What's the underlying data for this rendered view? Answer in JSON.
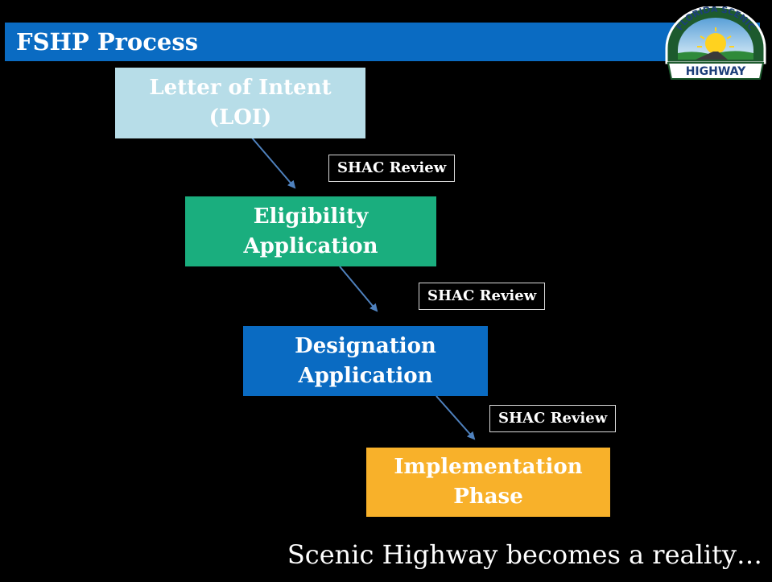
{
  "title": "FSHP Process",
  "logo": {
    "arc_text": "FLORIDA SCENIC",
    "banner_text": "HIGHWAY"
  },
  "steps": [
    {
      "lines": [
        "Letter of Intent",
        "(LOI)"
      ],
      "color": "#b7dde8",
      "text_color": "#ffffff"
    },
    {
      "lines": [
        "Eligibility",
        "Application"
      ],
      "color": "#1aae7e",
      "text_color": "#ffffff"
    },
    {
      "lines": [
        "Designation",
        "Application"
      ],
      "color": "#0a6bc2",
      "text_color": "#ffffff"
    },
    {
      "lines": [
        "Implementation",
        "Phase"
      ],
      "color": "#f8b12a",
      "text_color": "#ffffff"
    }
  ],
  "reviews": [
    "SHAC Review",
    "SHAC Review",
    "SHAC Review"
  ],
  "footer": "Scenic Highway becomes a reality…",
  "colors": {
    "arrow": "#4f81bd",
    "title_bar": "#0a6bc2"
  }
}
